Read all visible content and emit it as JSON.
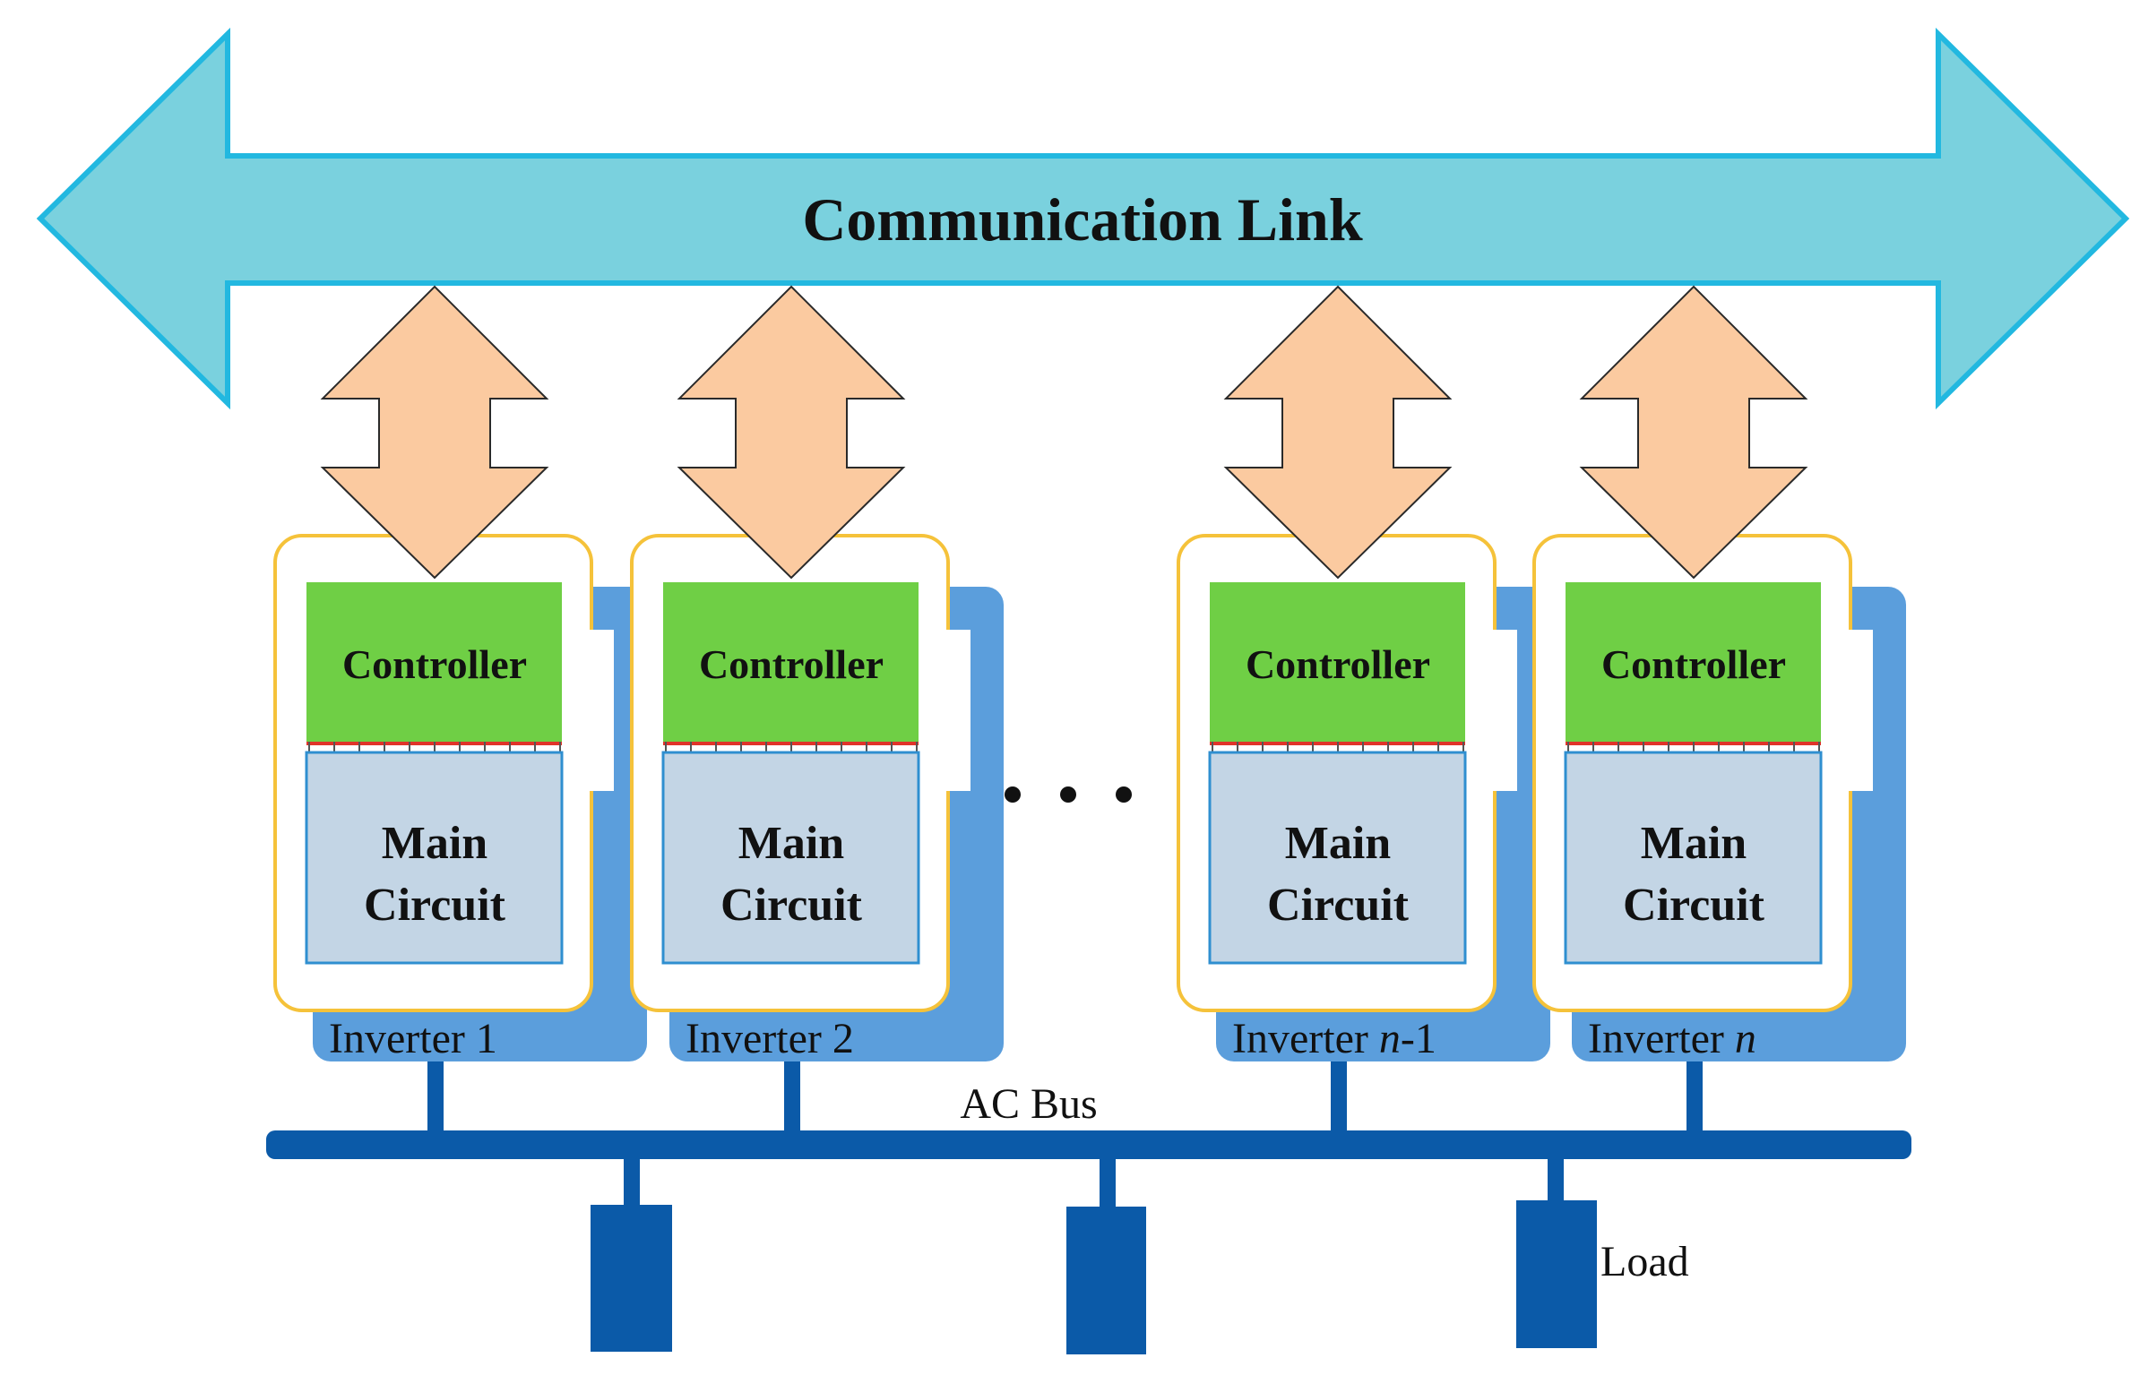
{
  "communication_link": {
    "label": "Communication Link"
  },
  "inverters": [
    {
      "controller_label": "Controller",
      "main_line1": "Main",
      "main_line2": "Circuit",
      "name": "Inverter 1",
      "name_prefix": "Inverter 1",
      "name_italic": "",
      "name_suffix": ""
    },
    {
      "controller_label": "Controller",
      "main_line1": "Main",
      "main_line2": "Circuit",
      "name": "Inverter 2",
      "name_prefix": "Inverter 2",
      "name_italic": "",
      "name_suffix": ""
    },
    {
      "controller_label": "Controller",
      "main_line1": "Main",
      "main_line2": "Circuit",
      "name": "Inverter n-1",
      "name_prefix": "Inverter ",
      "name_italic": "n",
      "name_suffix": "-1"
    },
    {
      "controller_label": "Controller",
      "main_line1": "Main",
      "main_line2": "Circuit",
      "name": "Inverter n",
      "name_prefix": "Inverter ",
      "name_italic": "n",
      "name_suffix": ""
    }
  ],
  "ellipsis": "• • •",
  "ac_bus": {
    "label": "AC Bus"
  },
  "load": {
    "label": "Load"
  },
  "colors": {
    "link_fill": "#7ad1de",
    "link_stroke": "#22b8e0",
    "arrow_fill": "#fbcaa0",
    "arrow_stroke": "#2a2a2a",
    "controller": "#6fcf45",
    "main_circuit": "#c3d5e5",
    "main_circuit_border": "#2f8fd0",
    "frame_border": "#f5c23a",
    "shadow_block": "#5b9edc",
    "bus": "#0b5aa8",
    "divider_red": "#e0342a"
  }
}
